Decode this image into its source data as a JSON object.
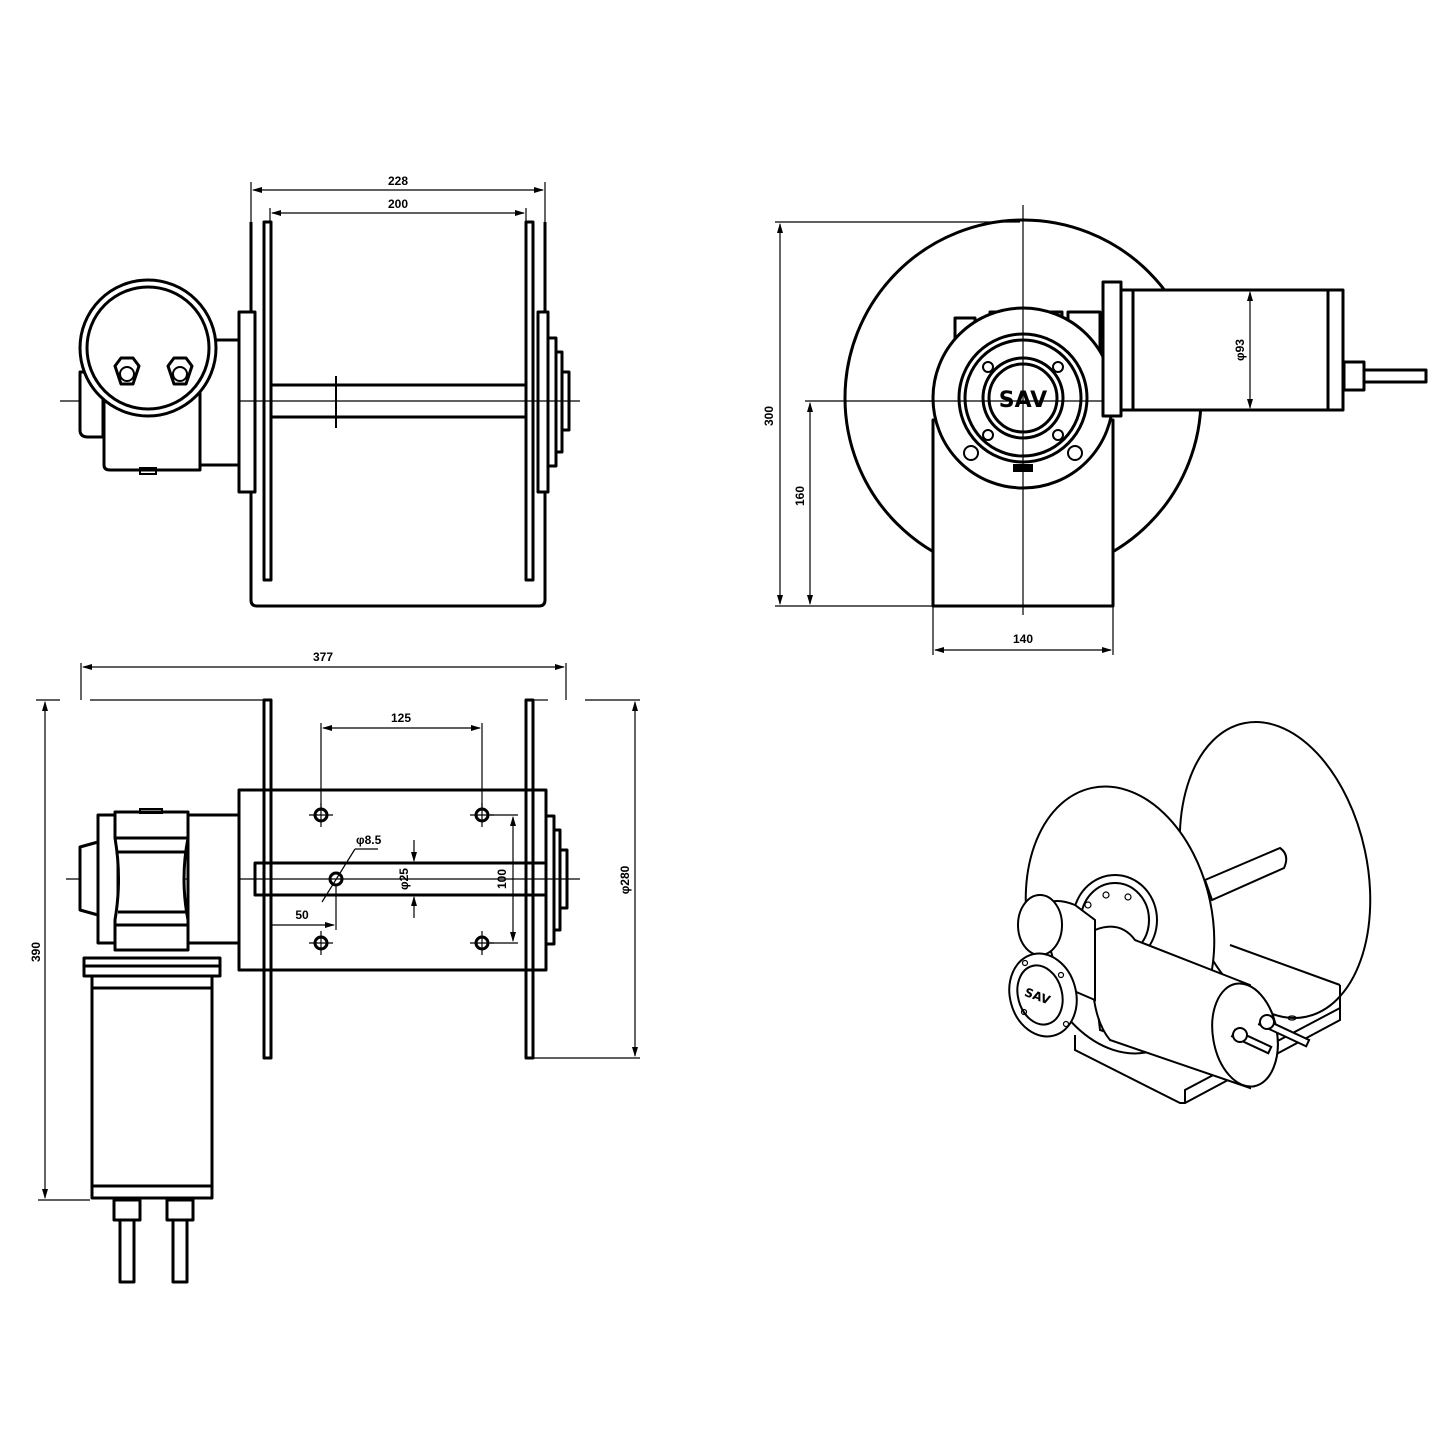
{
  "drawing": {
    "type": "technical drawing - motorized cable reel / winch",
    "brand_logo": "SAV",
    "colors": {
      "line": "#000000",
      "background": "#ffffff"
    }
  },
  "views": {
    "top_view": {
      "dimensions": {
        "overall_width": "228",
        "drum_width": "200"
      }
    },
    "side_view": {
      "dimensions": {
        "overall_height": "300",
        "axis_height": "160",
        "base_width": "140",
        "motor_diameter": "φ93"
      },
      "logo": "SAV"
    },
    "front_view": {
      "dimensions": {
        "overall_length": "377",
        "hole_spacing_x": "125",
        "hole_diameter": "φ8.5",
        "shaft_diameter": "φ25",
        "hole_spacing_y": "100",
        "edge_offset": "50",
        "flange_diameter": "φ280",
        "overall_height": "390"
      }
    },
    "isometric_view": {
      "logo": "SAV"
    }
  }
}
